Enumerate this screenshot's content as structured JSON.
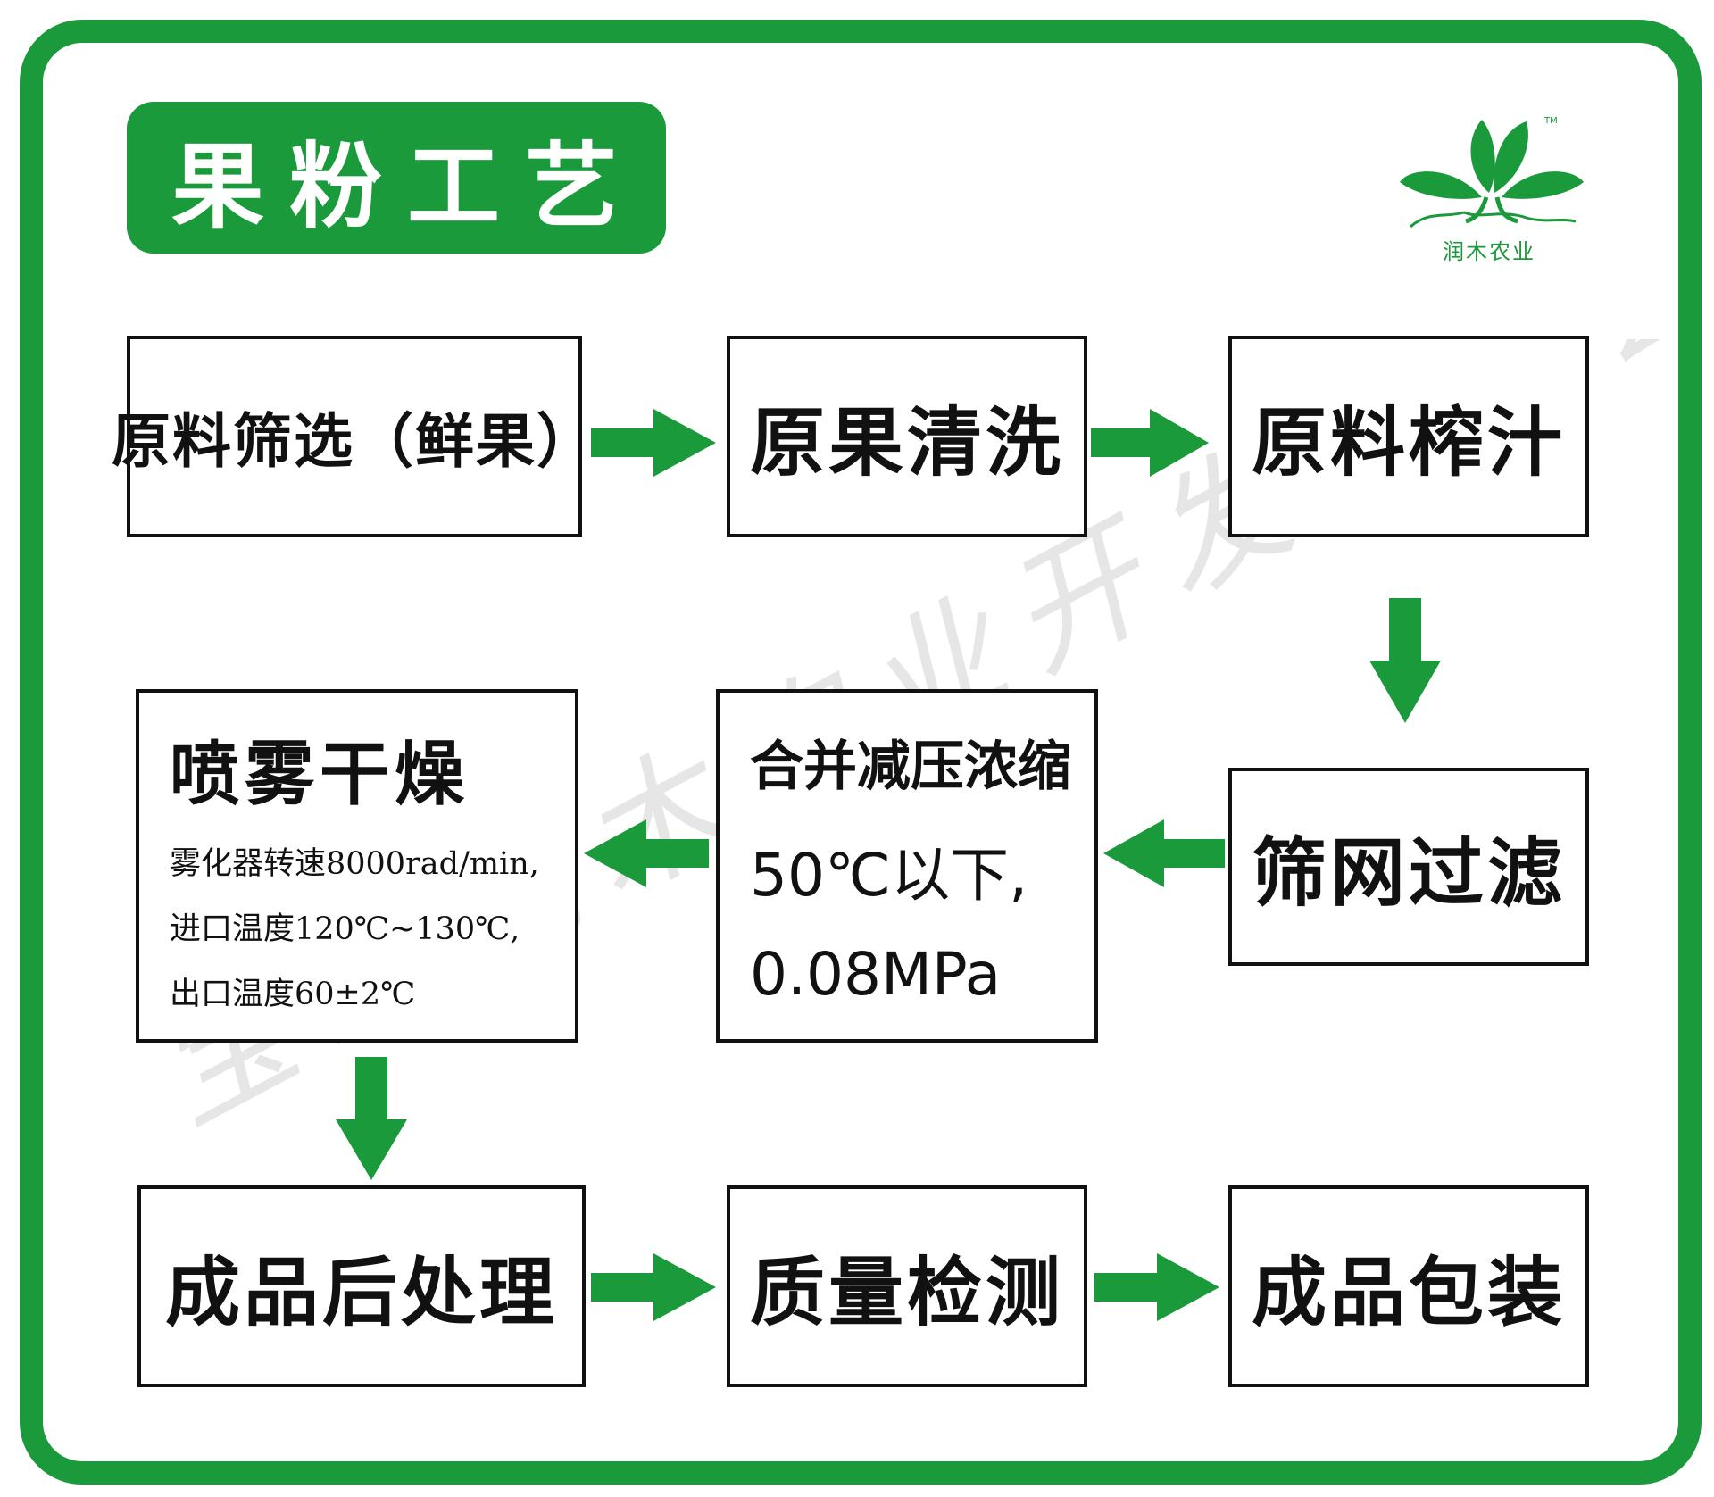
{
  "title": "果粉工艺",
  "logo": {
    "caption": "润木农业",
    "trademark": "TM",
    "icon": "three-leaf-sprout-icon"
  },
  "watermark": "宝鸡润木农业开发有限公司",
  "colors": {
    "accent": "#1b9a3c",
    "border": "#111111",
    "background": "#ffffff",
    "watermark": "#e6e6e6"
  },
  "steps": [
    {
      "label": "原料筛选（鲜果）"
    },
    {
      "label": "原果清洗"
    },
    {
      "label": "原料榨汁"
    },
    {
      "label": "筛网过滤"
    },
    {
      "lines": [
        "合并减压浓缩",
        "50℃以下,",
        "0.08MPa"
      ]
    },
    {
      "heading": "喷雾干燥",
      "lines": [
        "雾化器转速8000rad/min,",
        "进口温度120℃~130℃,",
        "出口温度60±2℃"
      ]
    },
    {
      "label": "成品后处理"
    },
    {
      "label": "质量检测"
    },
    {
      "label": "成品包装"
    }
  ]
}
